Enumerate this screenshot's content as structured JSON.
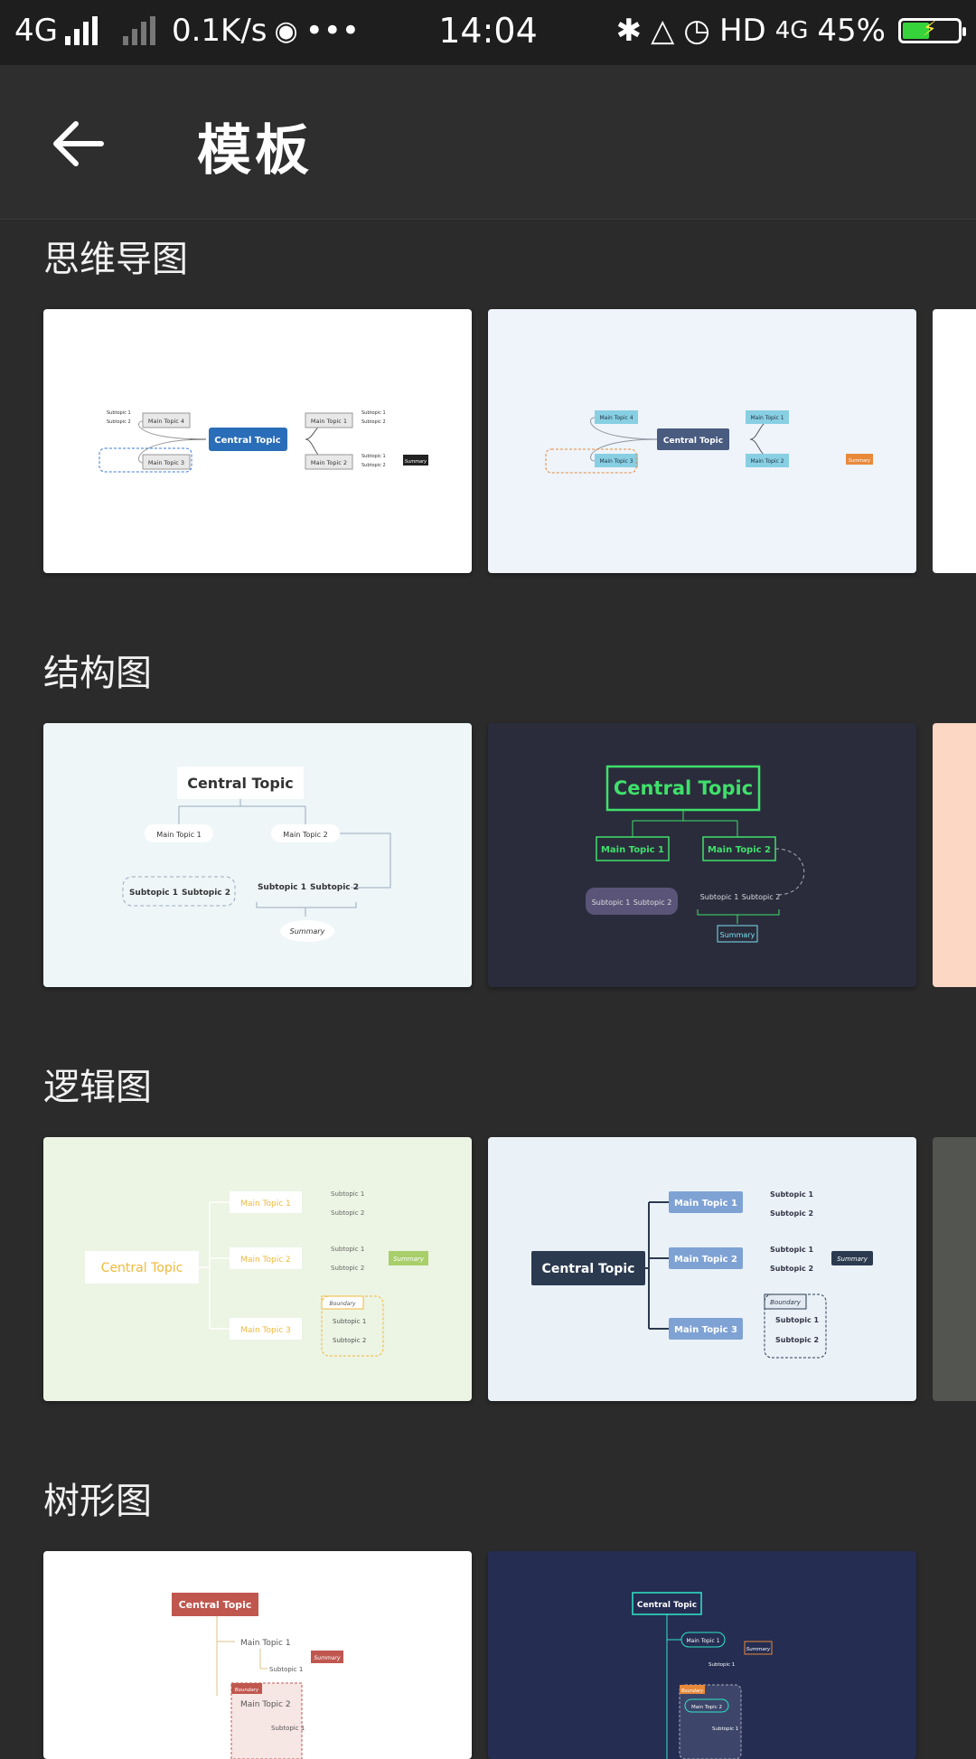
{
  "status_bar": {
    "network_left": "4G",
    "speed": "0.1K/s",
    "more": "•••",
    "time": "14:04",
    "hd": "HD",
    "network_right": "4G",
    "battery": "45%"
  },
  "app_bar": {
    "title": "模板"
  },
  "sections": [
    {
      "title": "思维导图"
    },
    {
      "title": "结构图"
    },
    {
      "title": "逻辑图"
    },
    {
      "title": "树形图"
    }
  ],
  "labels": {
    "central": "Central Topic",
    "main1": "Main Topic 1",
    "main2": "Main Topic 2",
    "main3": "Main Topic 3",
    "main4": "Main Topic 4",
    "sub1": "Subtopic 1",
    "sub2": "Subtopic 2",
    "summary": "Summary",
    "boundary": "Boundary"
  },
  "colors": {
    "background": "#2b2b2b",
    "app_bar": "#2e2e2e",
    "battery": "#36d33a"
  }
}
